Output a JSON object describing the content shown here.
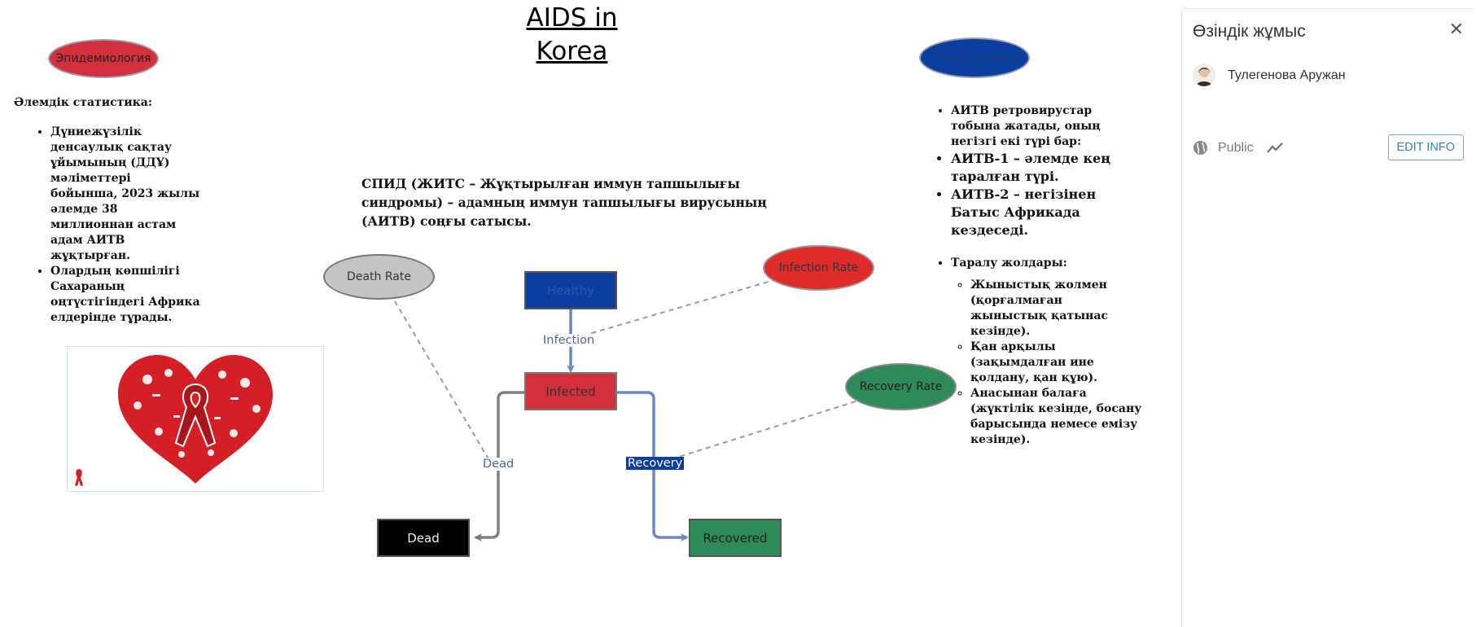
{
  "page": {
    "title": "AIDS in Korea"
  },
  "nodes": {
    "epidemiology": "Эпидемиология",
    "etiology": "Этиологиясы",
    "death_rate": "Death Rate",
    "infection_rate": "Infection Rate",
    "recovery_rate": "Recovery Rate",
    "healthy": "Healthy",
    "infected": "Infected",
    "dead": "Dead",
    "recovered": "Recovered"
  },
  "flows": {
    "infection": "Infection",
    "dead": "Dead",
    "recovery": "Recovery"
  },
  "left": {
    "heading": "Әлемдік статистика:",
    "items": [
      "Дүниежүзілік денсаулық сақтау ұйымының (ДДҰ) мәліметтері бойынша, 2023 жылы әлемде 38 миллионнан астам адам АИТВ жұқтырған.",
      "Олардың көпшілігі Сахараның оңтүстігіндегі Африка елдерінде тұрады."
    ]
  },
  "definition": "СПИД (ЖИТС – Жұқтырылған иммун тапшылығы синдромы) – адамның иммун тапшылығы вирусының (АИТВ) соңғы сатысы.",
  "right": {
    "items": [
      "АИТВ ретровирустар тобына жатады, оның негізгі екі түрі бар:",
      "АИТВ-1 – әлемде кең таралған түрі.",
      "АИТВ-2 – негізінен Батыс Африкада кездеседі.",
      "Таралу жолдары:"
    ],
    "routes": [
      "Жыныстық жолмен (қорғалмаған жыныстық қатынас кезінде).",
      "Қан арқылы (зақымдалған ине қолдану, қан құю).",
      "Анасынан балаға (жүктілік кезінде, босану барысында немесе емізу кезінде)."
    ]
  },
  "panel": {
    "title": "Өзіндік жұмыс",
    "author": "Тулегенова Аружан",
    "visibility": "Public",
    "edit_label": "EDIT INFO"
  },
  "colors": {
    "red": "#d3303d",
    "blue": "#0a3f9f",
    "green": "#2e8b57",
    "grey": "#c4c4c4",
    "flow": "#6b87c6",
    "accent": "#2f7fb9"
  },
  "icons": {
    "close": "close-icon",
    "globe": "globe-icon",
    "trend": "trend-icon",
    "ribbon": "aids-ribbon-icon"
  }
}
